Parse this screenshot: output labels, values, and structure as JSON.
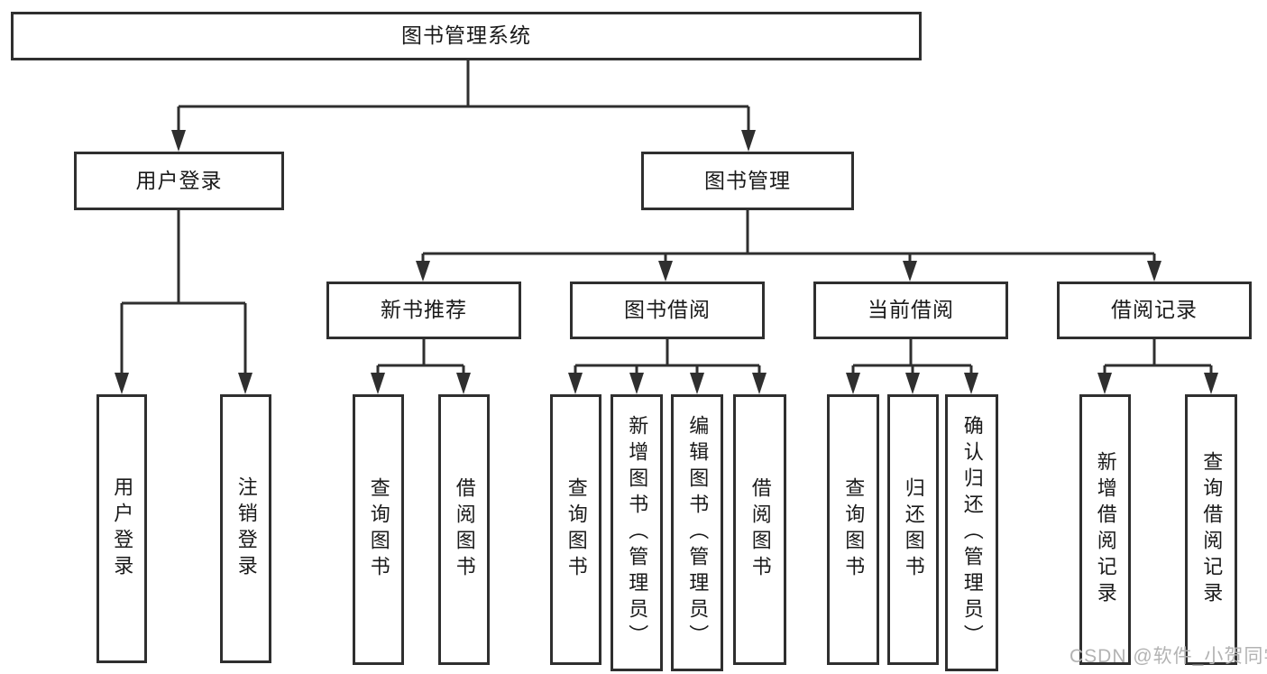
{
  "root_label": "图书管理系统",
  "level2": {
    "user_login": "用户登录",
    "book_mgmt": "图书管理"
  },
  "level3": {
    "new_book": "新书推荐",
    "book_borrow": "图书借阅",
    "current_borrow": "当前借阅",
    "borrow_record": "借阅记录"
  },
  "leaves": {
    "user_login": [
      "用户登录",
      "注销登录"
    ],
    "new_book": [
      "查询图书",
      "借阅图书"
    ],
    "book_borrow": [
      "查询图书",
      "新增图书（管理员）",
      "编辑图书（管理员）",
      "借阅图书"
    ],
    "current_borrow": [
      "查询图书",
      "归还图书",
      "确认归还（管理员）"
    ],
    "borrow_record": [
      "新增借阅记录",
      "查询借阅记录"
    ]
  },
  "watermark": "CSDN @软件_小贺同学",
  "colors": {
    "line": "#2f2f2f",
    "text": "#1a1a1a",
    "watermark": "#b3b3b3",
    "background": "#ffffff"
  }
}
